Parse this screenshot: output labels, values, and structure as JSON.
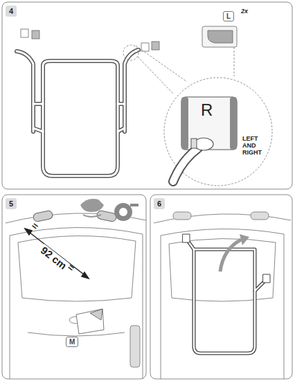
{
  "diagram": {
    "nodes": [
      {
        "text": [
          "4"
        ]
      },
      {
        "text": [
          "L"
        ]
      },
      {
        "text": [
          "5"
        ]
      },
      {
        "text": [
          "M"
        ]
      },
      {
        "text": [
          "6"
        ]
      }
    ],
    "labels": [
      "2x",
      "R",
      "LEFT AND RIGHT",
      "=",
      "92 cm",
      "="
    ]
  }
}
